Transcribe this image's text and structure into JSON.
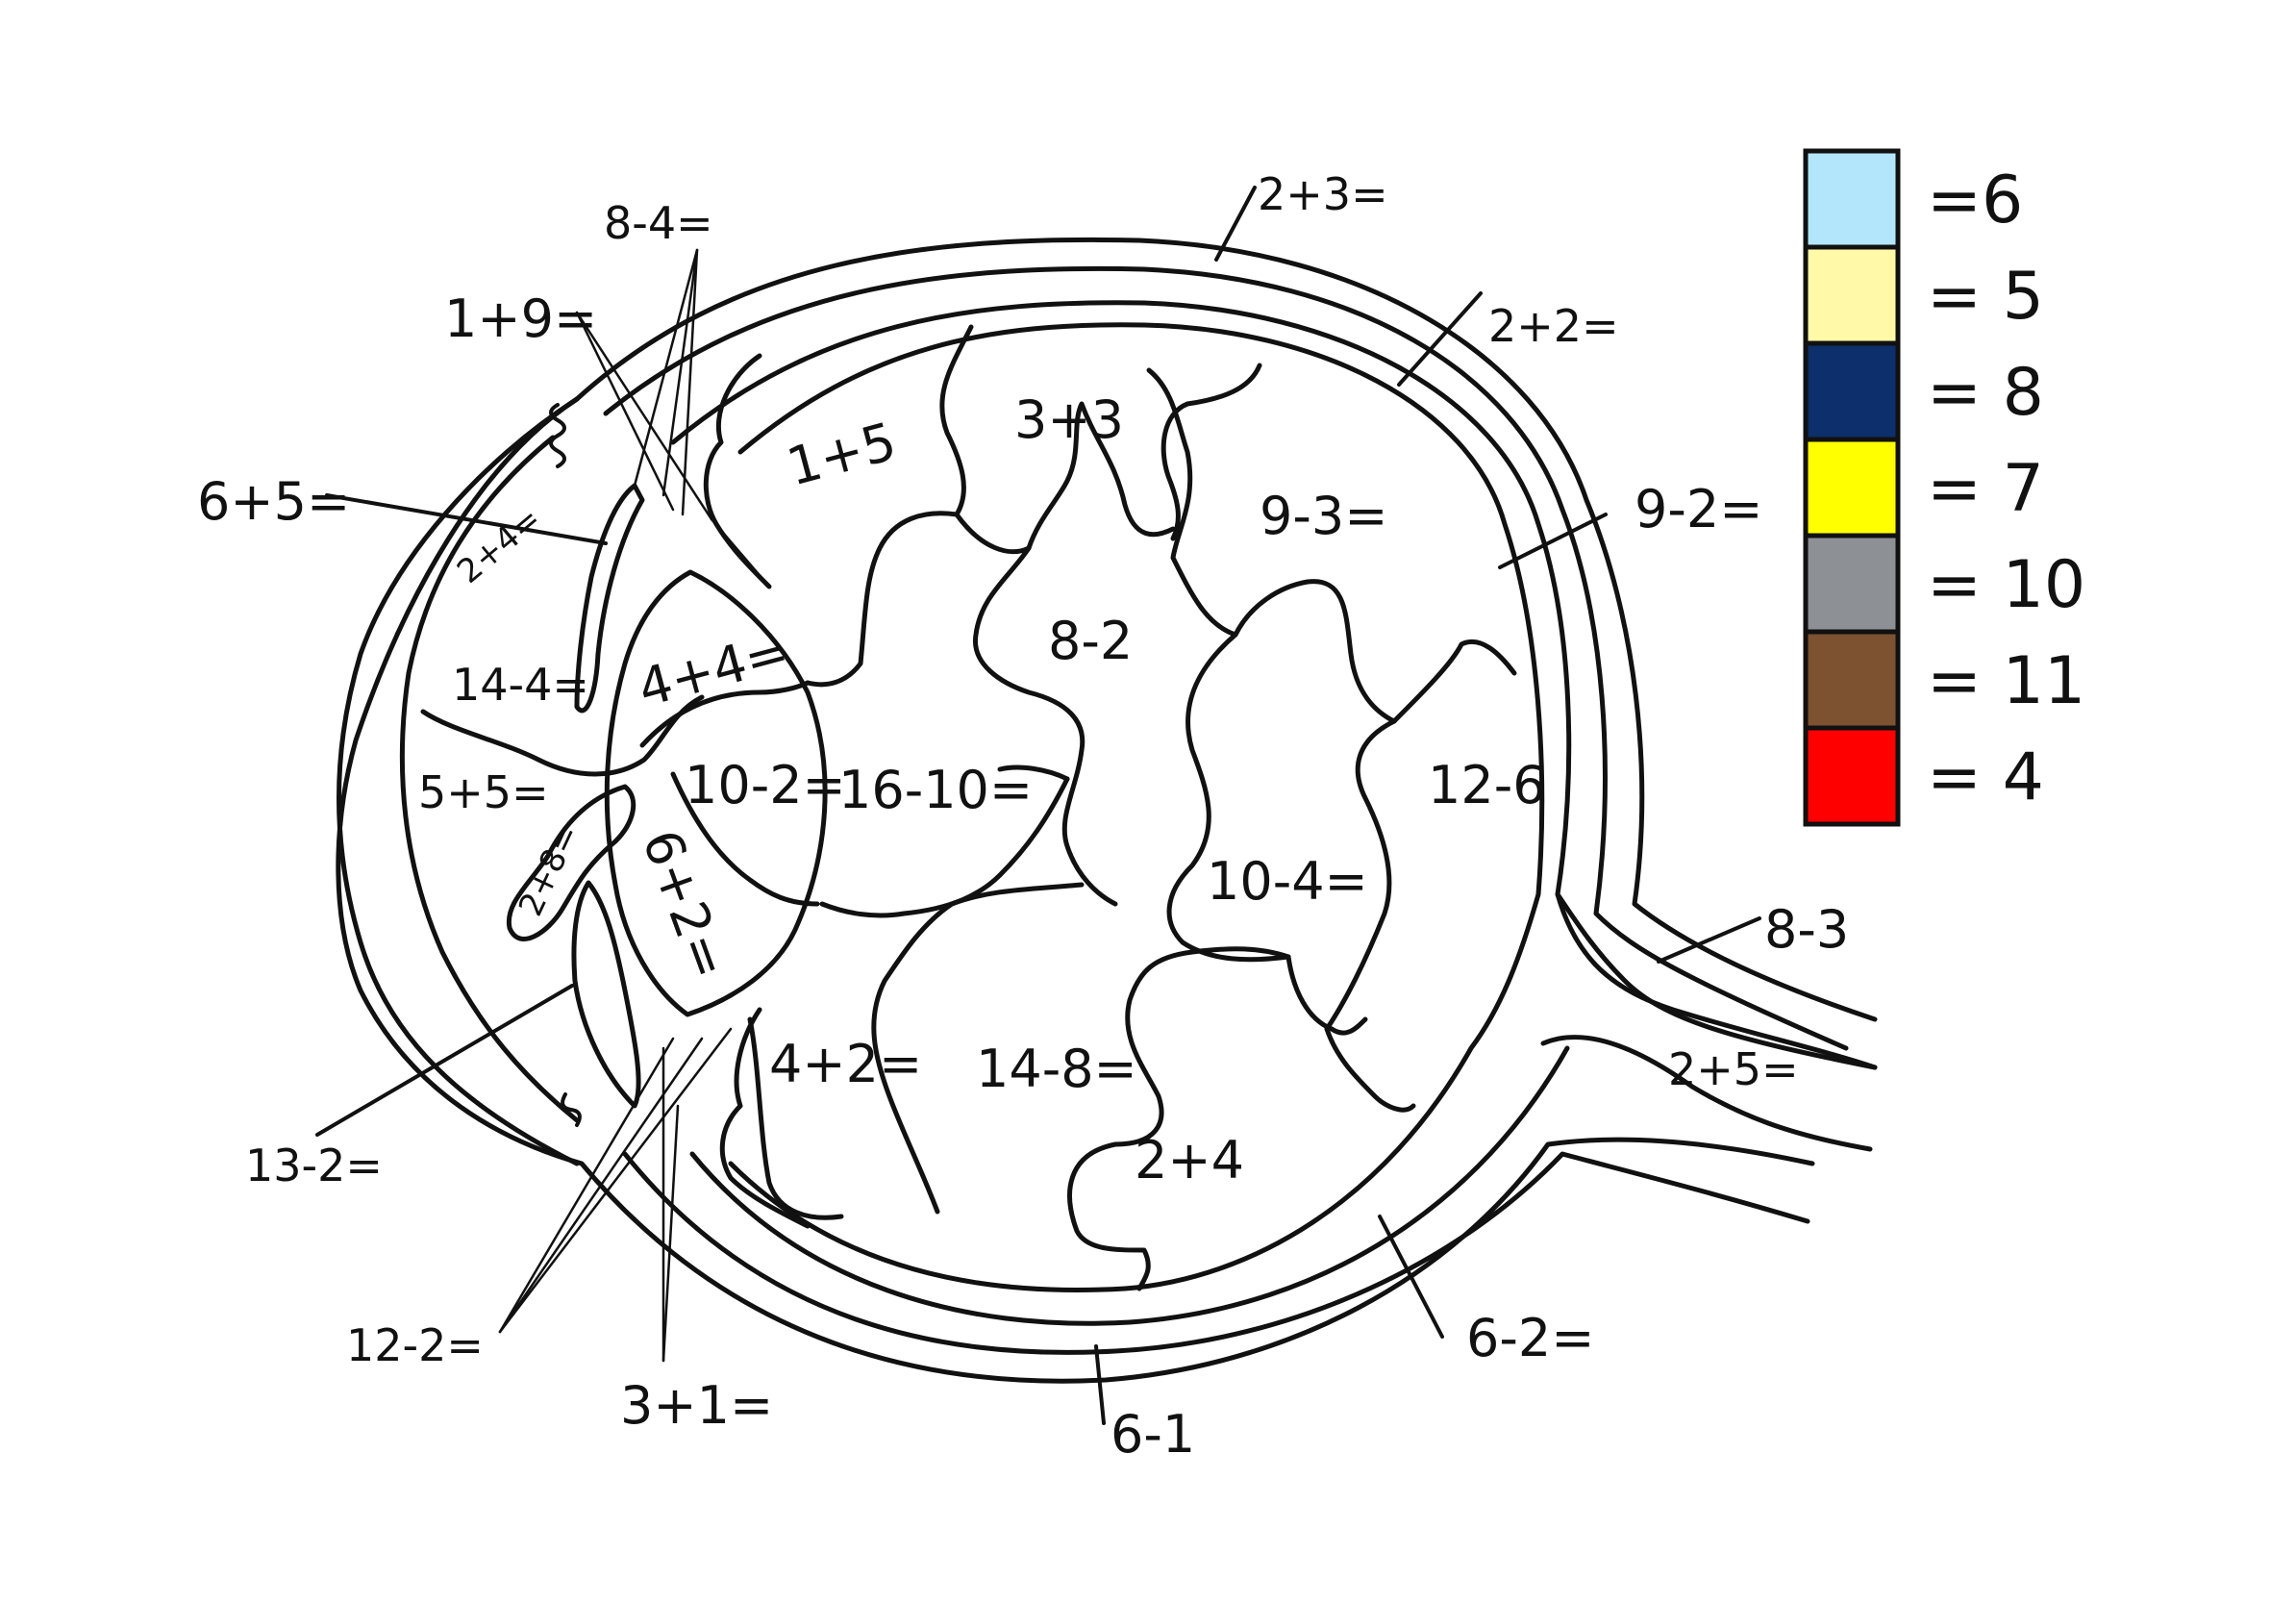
{
  "diagram": {
    "labels": {
      "sclera_outer": "2+3=",
      "choroid": "2+2=",
      "retina": "9-2=",
      "optic_nerve_top": "8-3",
      "optic_nerve_mid": "2+5=",
      "sclera_bottom": "6-2=",
      "outer_bottom": "6-1",
      "zonule_bottom": "3+1=",
      "muscle_bottom": "12-2=",
      "iris_bottom": "13-2=",
      "cornea": "6+5=",
      "muscle_top": "1+9=",
      "zonule_top": "8-4=",
      "iris_top": "2+4=",
      "aqueous_upper": "14-4=",
      "aqueous_lower": "5+5=",
      "iris_lower_small": "2+8=",
      "lens_top": "4+4=",
      "lens_mid": "10-2=",
      "lens_bottom": "6+2=",
      "vitreous_1": "1+5",
      "vitreous_2": "3+3",
      "vitreous_3": "9-3=",
      "vitreous_4": "8-2",
      "vitreous_5": "16-10=",
      "vitreous_6": "12-6",
      "vitreous_7": "10-4=",
      "vitreous_8": "4+2=",
      "vitreous_9": "14-8=",
      "vitreous_10": "2+4"
    }
  },
  "color_key": [
    {
      "color": "#b3e6fb",
      "label": "=6"
    },
    {
      "color": "#fff9a8",
      "label": "= 5"
    },
    {
      "color": "#0d2f6b",
      "label": "= 8"
    },
    {
      "color": "#ffff00",
      "label": "= 7"
    },
    {
      "color": "#8d9095",
      "label": "= 10"
    },
    {
      "color": "#7d5230",
      "label": "= 11"
    },
    {
      "color": "#ff0000",
      "label": "= 4"
    }
  ]
}
